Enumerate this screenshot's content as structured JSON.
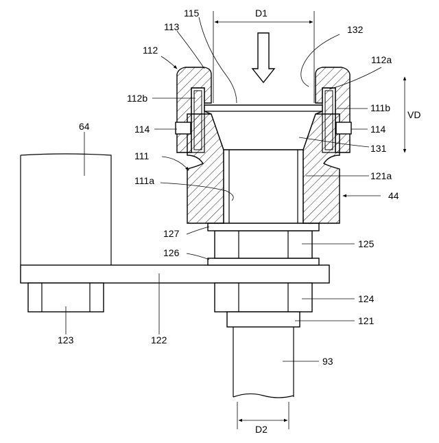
{
  "figure": {
    "labels": {
      "l64": "64",
      "l115": "115",
      "lD1": "D1",
      "l132": "132",
      "l113": "113",
      "l112": "112",
      "l112a": "112a",
      "l112b": "112b",
      "l111b": "111b",
      "lVD": "VD",
      "l114a": "114",
      "l114b": "114",
      "l111": "111",
      "l131": "131",
      "l111a": "111a",
      "l121a": "121a",
      "l44": "44",
      "l127": "127",
      "l125": "125",
      "l126": "126",
      "l124": "124",
      "l123": "123",
      "l122": "122",
      "l121": "121",
      "l93": "93",
      "lD2": "D2"
    }
  }
}
